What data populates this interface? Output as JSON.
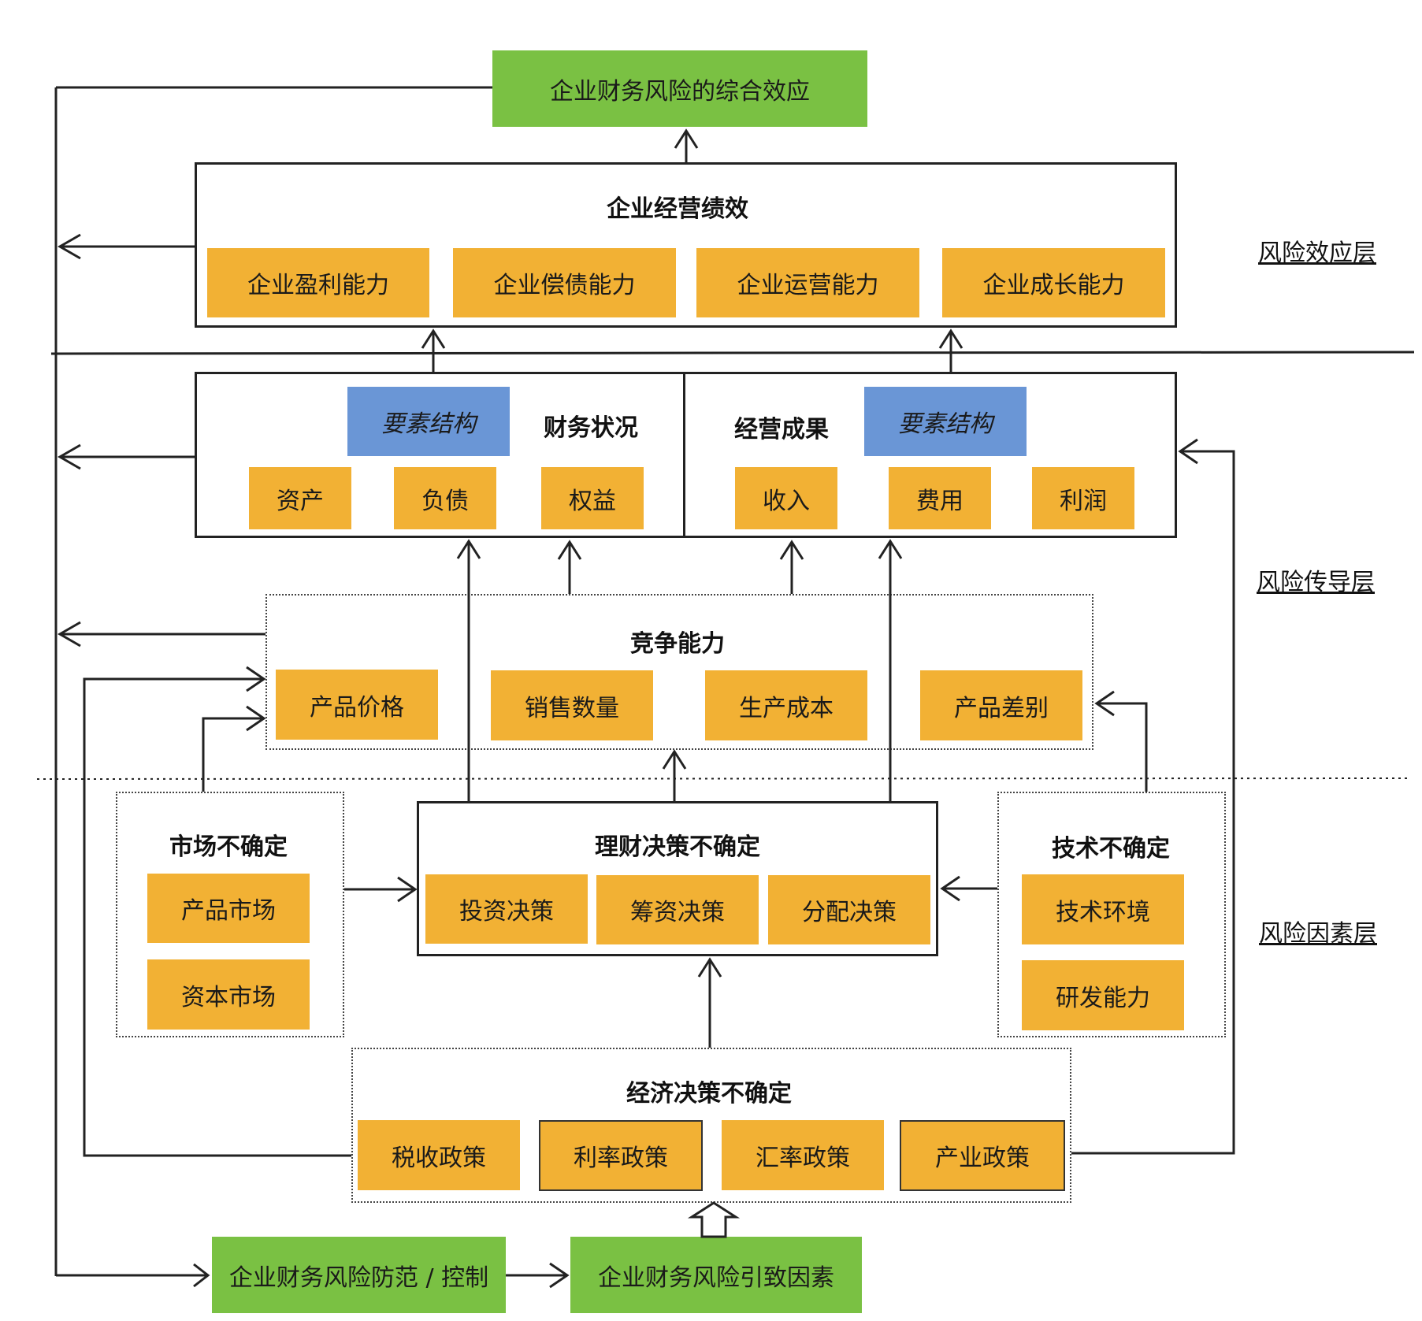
{
  "top_green": "企业财务风险的综合效应",
  "bottom_green_left": "企业财务风险防范 / 控制",
  "bottom_green_right": "企业财务风险引致因素",
  "layers": {
    "effect": "风险效应层",
    "conduct": "风险传导层",
    "factor": "风险因素层"
  },
  "performance": {
    "title": "企业经营绩效",
    "items": [
      "企业盈利能力",
      "企业偿债能力",
      "企业运营能力",
      "企业成长能力"
    ]
  },
  "financial_status": {
    "title": "财务状况",
    "tag": "要素结构",
    "items": [
      "资产",
      "负债",
      "权益"
    ]
  },
  "operating_results": {
    "title": "经营成果",
    "tag": "要素结构",
    "items": [
      "收入",
      "费用",
      "利润"
    ]
  },
  "competitiveness": {
    "title": "竞争能力",
    "items": [
      "产品价格",
      "销售数量",
      "生产成本",
      "产品差别"
    ]
  },
  "market": {
    "title": "市场不确定",
    "items": [
      "产品市场",
      "资本市场"
    ]
  },
  "finance_decision": {
    "title": "理财决策不确定",
    "items": [
      "投资决策",
      "筹资决策",
      "分配决策"
    ]
  },
  "technology": {
    "title": "技术不确定",
    "items": [
      "技术环境",
      "研发能力"
    ]
  },
  "economic": {
    "title": "经济决策不确定",
    "items": [
      "税收政策",
      "利率政策",
      "汇率政策",
      "产业政策"
    ]
  },
  "colors": {
    "green": "#7ac143",
    "orange": "#f2b134",
    "blue": "#6a96d6"
  }
}
